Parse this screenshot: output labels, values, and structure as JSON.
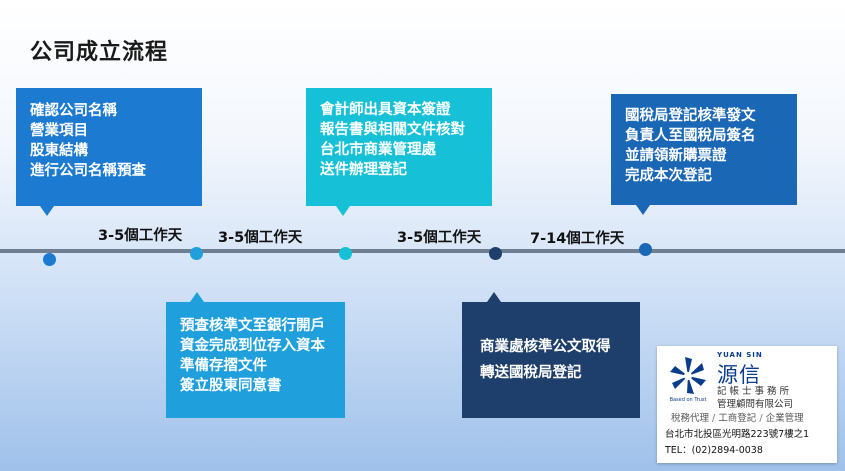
{
  "title": "公司成立流程",
  "steps": [
    {
      "lines": [
        "確認公司名稱",
        "營業項目",
        "股東結構",
        "進行公司名稱預查"
      ],
      "color": "#1c7ad1"
    },
    {
      "lines": [
        "預查核準文至銀行開戶",
        "資金完成到位存入資本",
        "準備存摺文件",
        "簽立股東同意書"
      ],
      "color": "#1fa0dc"
    },
    {
      "lines": [
        "會計師出具資本簽證",
        "報告書與相關文件核對",
        "台北市商業管理處",
        "送件辦理登記"
      ],
      "color": "#16c1d8"
    },
    {
      "lines": [
        "商業處核準公文取得",
        "轉送國稅局登記"
      ],
      "color": "#1e3f6b"
    },
    {
      "lines": [
        "國稅局登記核準發文",
        "負責人至國稅局簽名",
        "並請領新購票證",
        "完成本次登記"
      ],
      "color": "#1a67b5"
    }
  ],
  "durations": [
    "3-5個工作天",
    "3-5個工作天",
    "3-5個工作天",
    "7-14個工作天"
  ],
  "company": {
    "name_en": "YUAN SIN",
    "name_zh": "源信",
    "sub1": "記帳士事務所",
    "sub2": "管理顧問有限公司",
    "services": [
      "稅務代理",
      "工商登記",
      "企業管理"
    ],
    "address": "台北市北投區光明路223號7樓之1",
    "tel": "TEL：(02)2894-0038",
    "logo_text": "Based on Trust",
    "brand_color": "#0b3c8c"
  }
}
